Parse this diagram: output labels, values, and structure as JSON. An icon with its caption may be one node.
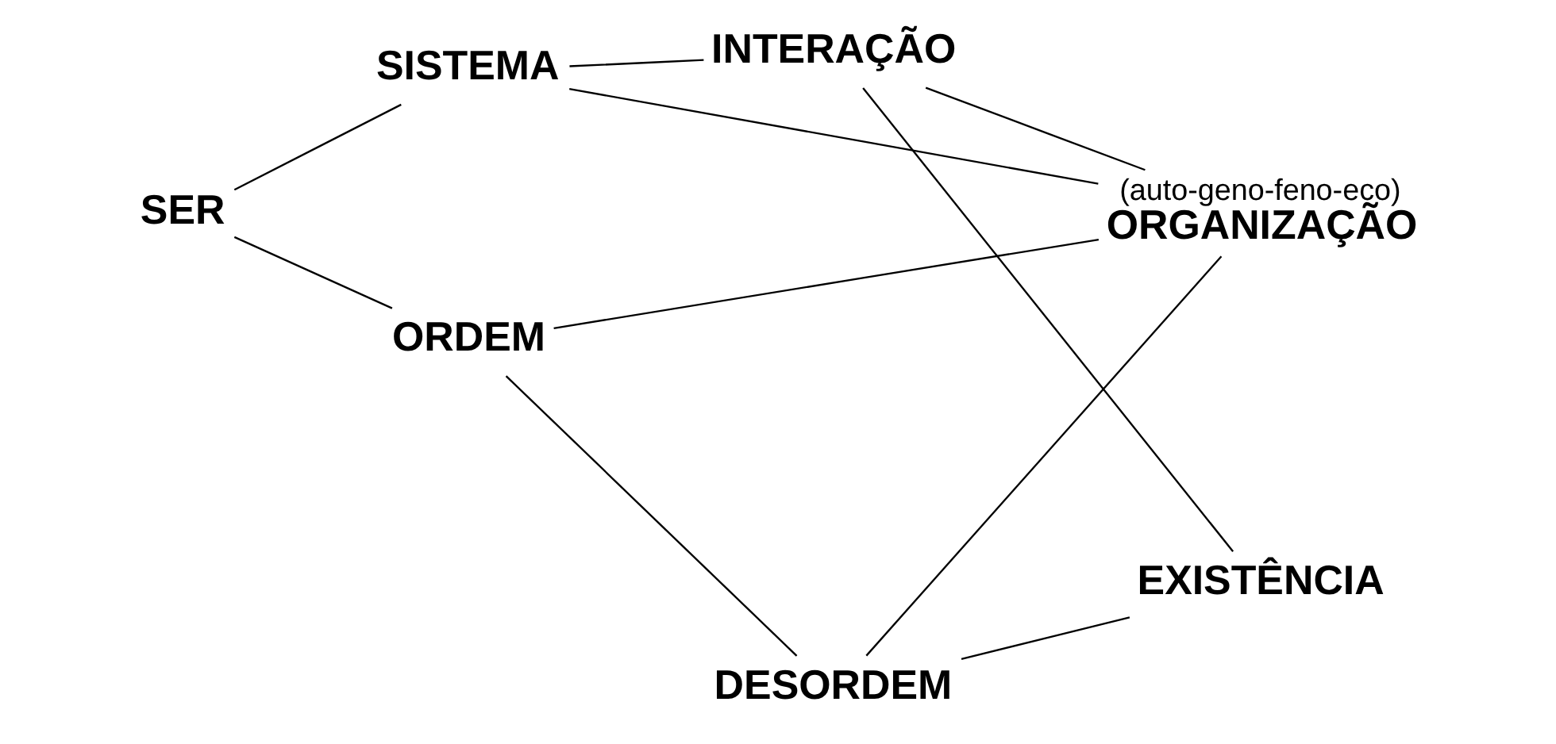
{
  "diagram": {
    "nodes": [
      {
        "text": [
          "SISTEMA"
        ]
      },
      {
        "text": [
          "INTERAÇÃO"
        ]
      },
      {
        "text": [
          "SER"
        ]
      },
      {
        "text": [
          "(auto-geno-feno-eco)",
          "ORGANIZAÇÃO"
        ]
      },
      {
        "text": [
          "EXISTÊNCIA"
        ]
      },
      {
        "text": [
          "ORDEM"
        ]
      },
      {
        "text": [
          "DESORDEM"
        ]
      }
    ],
    "edges": [
      {
        "from": 0,
        "to": 1,
        "arrow": "none"
      },
      {
        "from": 0,
        "to": 2,
        "arrow": "none"
      },
      {
        "from": 0,
        "to": 3,
        "arrow": "none"
      },
      {
        "from": 1,
        "to": 3,
        "arrow": "none"
      },
      {
        "from": 1,
        "to": 4,
        "arrow": "none"
      },
      {
        "from": 2,
        "to": 5,
        "arrow": "none"
      },
      {
        "from": 3,
        "to": 5,
        "arrow": "none"
      },
      {
        "from": 3,
        "to": 6,
        "arrow": "none"
      },
      {
        "from": 4,
        "to": 6,
        "arrow": "none"
      },
      {
        "from": 5,
        "to": 6,
        "arrow": "none"
      }
    ]
  }
}
